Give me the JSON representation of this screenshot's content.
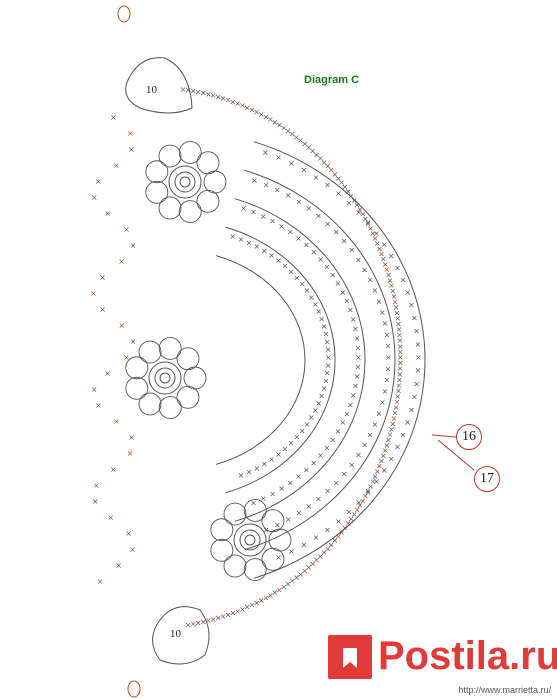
{
  "diagram": {
    "title": "Diagram C",
    "motif_label_top": "10",
    "motif_label_bottom": "10",
    "round_callouts": [
      "16",
      "17"
    ]
  },
  "colors": {
    "stitch_dark": "#555555",
    "stitch_accent": "#b5541c",
    "title": "#1f7a1f",
    "callout_ring": "#c0392b",
    "watermark": "#e03a3a"
  },
  "watermark": {
    "brand": "Postila.ru",
    "url": "http://www.marrietta.ru/"
  }
}
